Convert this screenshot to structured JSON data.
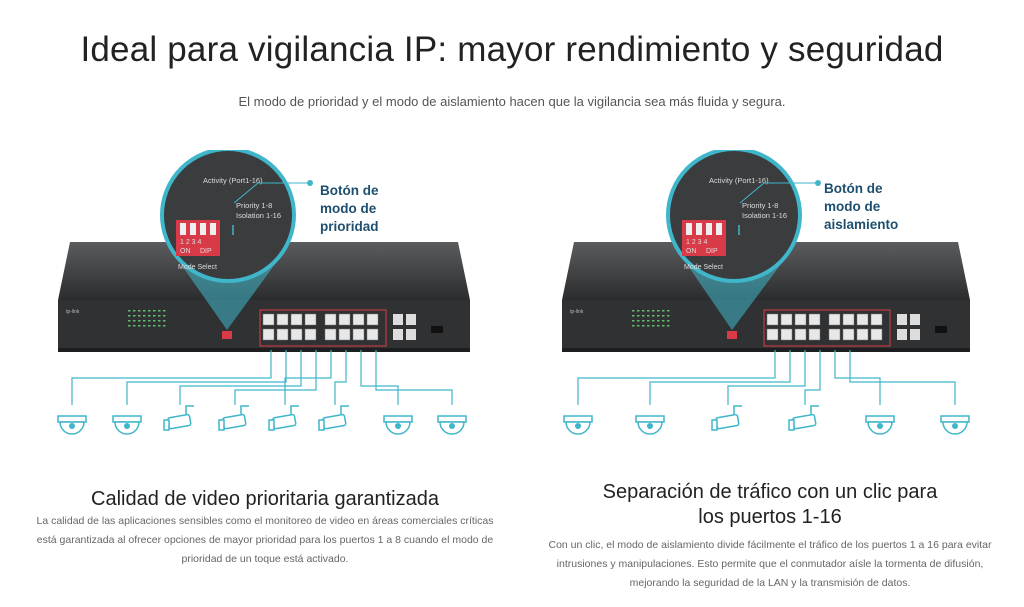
{
  "header": {
    "title": "Ideal para vigilancia IP: mayor rendimiento y seguridad",
    "subtitle": "El modo de prioridad y el modo de aislamiento hacen que la vigilancia sea más fluida y segura."
  },
  "colors": {
    "accent_teal": "#3fb6c9",
    "callout_text": "#1e4f6e",
    "switch_body": "#2f3133",
    "dip_red": "#d83a48"
  },
  "switch_labels": {
    "activity": "Activity (Port1-16)",
    "priority": "Priority 1-8",
    "isolation": "Isolation 1-16",
    "dip_numbers": "1 2 3 4",
    "dip_left": "ON",
    "dip_right": "DIP",
    "mode_select": "Mode Select",
    "brand": "tp-link"
  },
  "left": {
    "callout": [
      "Botón de",
      "modo de",
      "prioridad"
    ],
    "heading": "Calidad de video prioritaria garantizada",
    "body": "La calidad de las aplicaciones sensibles como el monitoreo de video en áreas comerciales críticas está garantizada al ofrecer opciones de mayor prioridad para los puertos 1 a 8 cuando el modo de prioridad de un toque está activado."
  },
  "right": {
    "callout": [
      "Botón de",
      "modo de",
      "aislamiento"
    ],
    "heading": "Separación de tráfico con un clic para los puertos 1-16",
    "body": "Con un clic, el modo de aislamiento divide fácilmente el tráfico de los puertos 1 a 16 para evitar intrusiones y manipulaciones. Esto permite que el conmutador aísle la tormenta de difusión, mejorando la seguridad de la LAN y la transmisión de datos."
  }
}
